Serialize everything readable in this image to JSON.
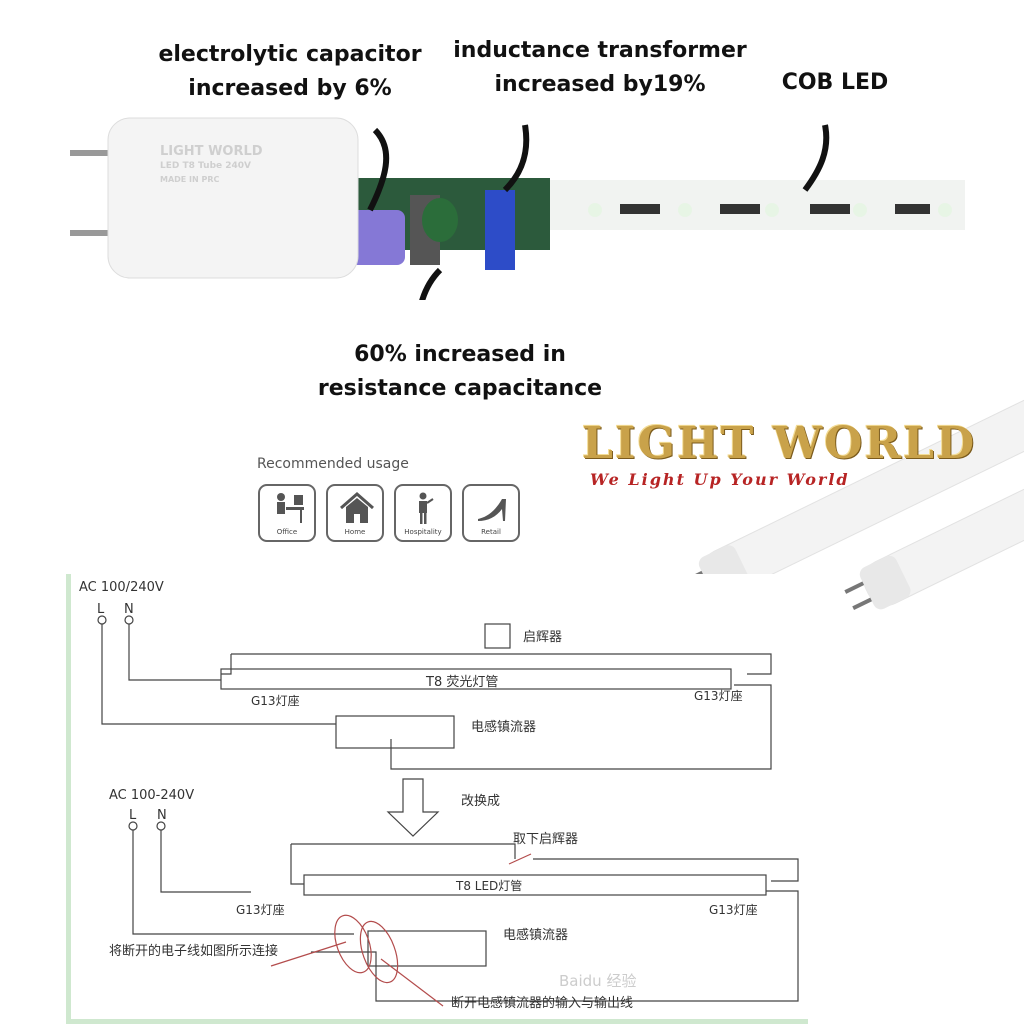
{
  "annotations": {
    "capacitor": [
      "electrolytic capacitor",
      "increased by 6%"
    ],
    "transformer": [
      "inductance transformer",
      "increased by19%"
    ],
    "cob": "COB LED",
    "resistance": [
      "60% increased in",
      "resistance capacitance"
    ]
  },
  "tube_cap_label": [
    "LIGHT WORLD",
    "LED T8 Tube 240V",
    "MADE IN PRC"
  ],
  "logo": {
    "title": "LIGHT WORLD",
    "tagline": "We Light Up Your World",
    "color": "#c9a24a",
    "tagline_color": "#b72424"
  },
  "usage": {
    "title": "Recommended usage",
    "items": [
      {
        "label": "Office",
        "icon": "office-icon"
      },
      {
        "label": "Home",
        "icon": "home-icon"
      },
      {
        "label": "Hospitality",
        "icon": "hospitality-icon"
      },
      {
        "label": "Retail",
        "icon": "retail-icon"
      }
    ]
  },
  "diagram": {
    "top": {
      "supply": "AC 100/240V",
      "L": "L",
      "N": "N",
      "starter": "启辉器",
      "tube": "T8 荧光灯管",
      "socket_left": "G13灯座",
      "socket_right": "G13灯座",
      "ballast": "电感镇流器"
    },
    "arrow_label": "改换成",
    "bottom": {
      "supply": "AC 100-240V",
      "L": "L",
      "N": "N",
      "remove_starter": "取下启辉器",
      "tube": "T8 LED灯管",
      "socket_left": "G13灯座",
      "socket_right": "G13灯座",
      "ballast": "电感镇流器",
      "connect_note": "将断开的电子线如图所示连接",
      "disconnect_note": "断开电感镇流器的输入与输出线"
    },
    "watermark": "Baidu 经验"
  }
}
